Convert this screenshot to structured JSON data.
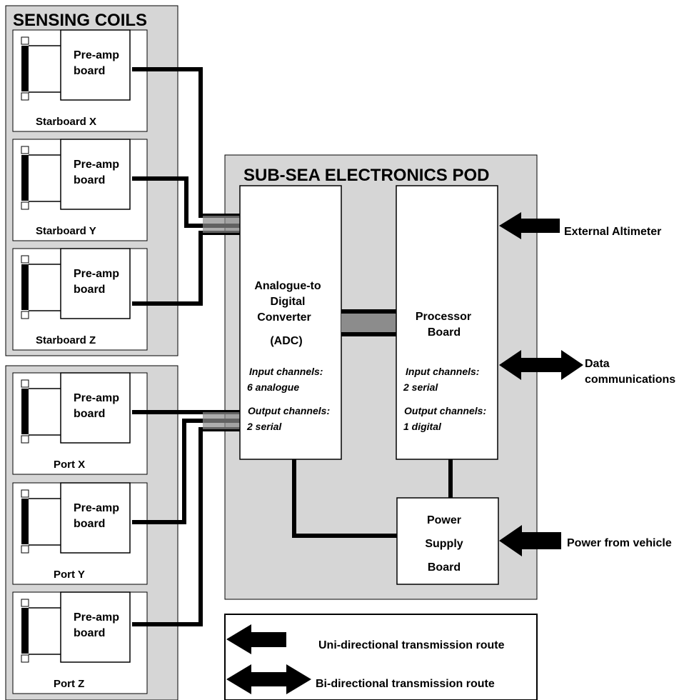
{
  "sensing": {
    "title": "SENSING COILS",
    "preamp_line1": "Pre-amp",
    "preamp_line2": "board",
    "coils": [
      "Starboard X",
      "Starboard Y",
      "Starboard Z",
      "Port X",
      "Port Y",
      "Port Z"
    ]
  },
  "pod": {
    "title": "SUB-SEA ELECTRONICS POD",
    "adc": {
      "line1": "Analogue-to",
      "line2": "Digital",
      "line3": "Converter",
      "line4": "(ADC)",
      "input_label": "Input channels:",
      "input_value": "6 analogue",
      "output_label": "Output channels:",
      "output_value": "2 serial"
    },
    "processor": {
      "line1": "Processor",
      "line2": "Board",
      "input_label": "Input channels:",
      "input_value": "2 serial",
      "output_label": "Output channels:",
      "output_value": "1 digital"
    },
    "power": {
      "line1": "Power",
      "line2": "Supply",
      "line3": "Board"
    }
  },
  "external": {
    "altimeter": "External Altimeter",
    "datacomms_line1": "Data",
    "datacomms_line2": "communications",
    "power": "Power from vehicle"
  },
  "legend": {
    "uni": "Uni-directional transmission route",
    "bi": "Bi-directional transmission route"
  },
  "colors": {
    "panel_fill": "#d6d6d6",
    "link_fill": "#8c8c8c",
    "line": "#000000",
    "box_fill": "#ffffff"
  }
}
